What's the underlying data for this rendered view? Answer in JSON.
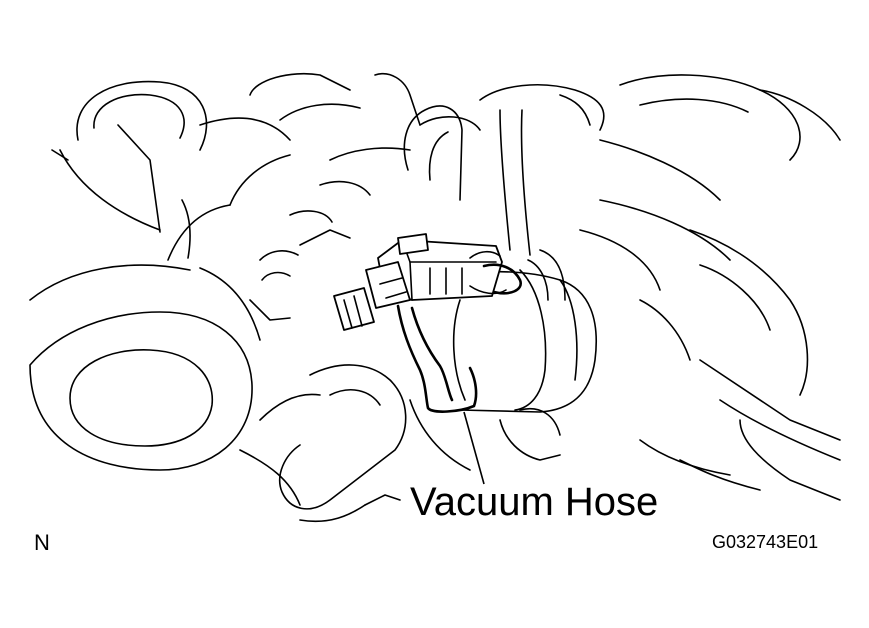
{
  "diagram": {
    "callout_label": "Vacuum Hose",
    "orientation_marker": "N",
    "figure_id": "G032743E01"
  }
}
